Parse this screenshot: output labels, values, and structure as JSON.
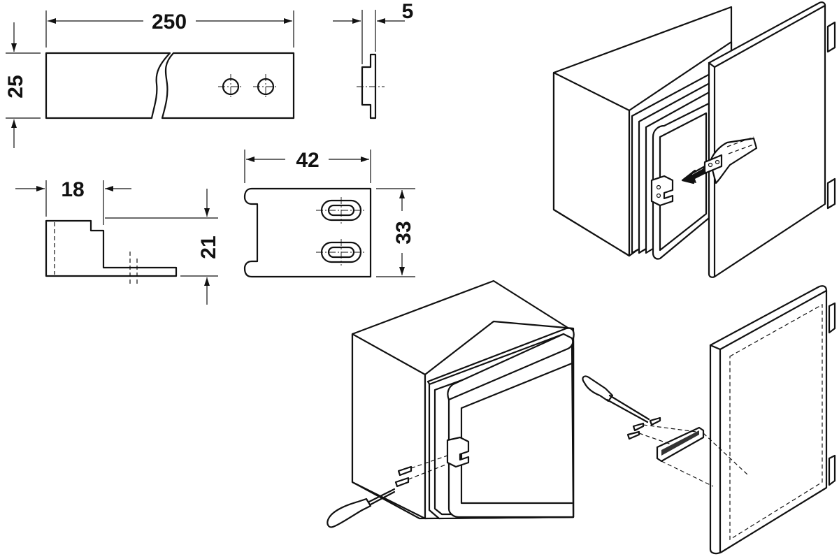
{
  "dimensions": {
    "rail_length": "250",
    "rail_height": "25",
    "rail_thickness": "5",
    "bracket_width": "42",
    "bracket_height": "33",
    "profile_depth": "18",
    "profile_height": "21"
  }
}
